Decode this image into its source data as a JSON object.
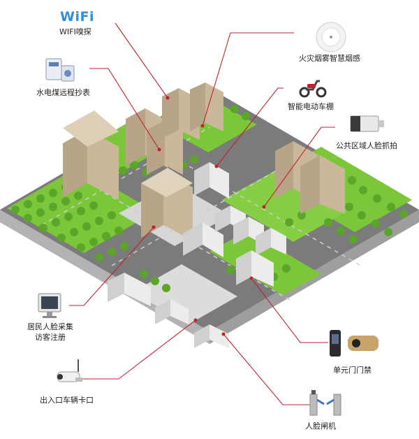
{
  "colors": {
    "callout_line": "#c2202d",
    "callout_dot": "#c2202d",
    "road": "#6e6e6e",
    "road_edge": "#9a9a9a",
    "grass": "#7cc63a",
    "grass_dark": "#5aa52a",
    "platform_side": "#b7b7b7",
    "plaza": "#d9d9d9",
    "building_tan": "#cbb89a",
    "building_white": "#eeeeee",
    "wifi_blue": "#2f8fd8"
  },
  "callouts": {
    "wifi": {
      "logo": "WiFi",
      "label": "WIFI嗅探",
      "icon": "wifi-icon"
    },
    "meter": {
      "label": "水电煤远程抄表",
      "icon": "utility-meter-icon"
    },
    "smoke": {
      "label": "火灾烟雾智慧烟感",
      "icon": "smoke-detector-icon"
    },
    "ebike": {
      "label": "智能电动车棚",
      "icon": "electric-scooter-icon"
    },
    "camera": {
      "label": "公共区域人脸抓拍",
      "icon": "surveillance-camera-icon"
    },
    "face_terminal": {
      "label_line1": "居民人脸采集",
      "label_line2": "访客注册",
      "icon": "face-terminal-icon"
    },
    "vehicle_gate": {
      "label": "出入口车辆卡口",
      "icon": "bullet-camera-icon"
    },
    "door_access": {
      "label": "单元门门禁",
      "icon": "door-access-icon"
    },
    "turnstile": {
      "label": "人脸闸机",
      "icon": "turnstile-icon"
    }
  }
}
